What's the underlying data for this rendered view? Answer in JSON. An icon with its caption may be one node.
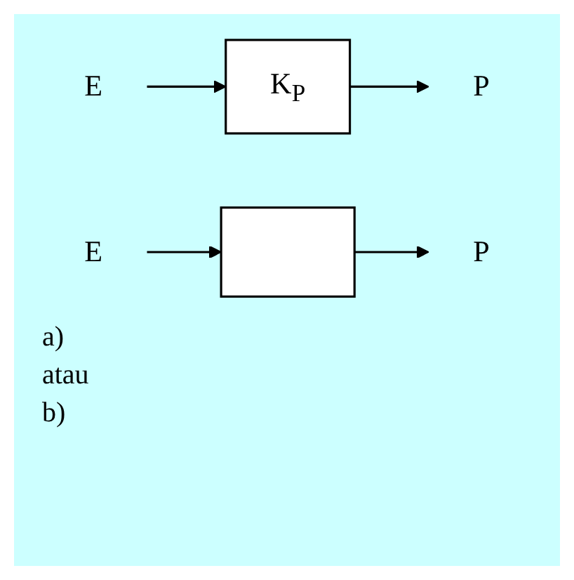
{
  "diagram": {
    "nodes": [
      {
        "text": [
          "E"
        ]
      },
      {
        "text": [
          "K$_{P}$"
        ]
      },
      {
        "text": [
          "P"
        ]
      },
      {
        "text": [
          "E"
        ]
      },
      {
        "text": [],
        "shape": "box"
      },
      {
        "text": [
          "P"
        ]
      }
    ],
    "edges": [
      {
        "from": 0,
        "to": 1,
        "arrow": "to"
      },
      {
        "from": 1,
        "to": 2,
        "arrow": "to"
      },
      {
        "from": 3,
        "to": 4,
        "arrow": "to"
      },
      {
        "from": 4,
        "to": 5,
        "arrow": "to"
      }
    ],
    "labels": [
      "a)",
      "atau",
      "b)"
    ]
  }
}
